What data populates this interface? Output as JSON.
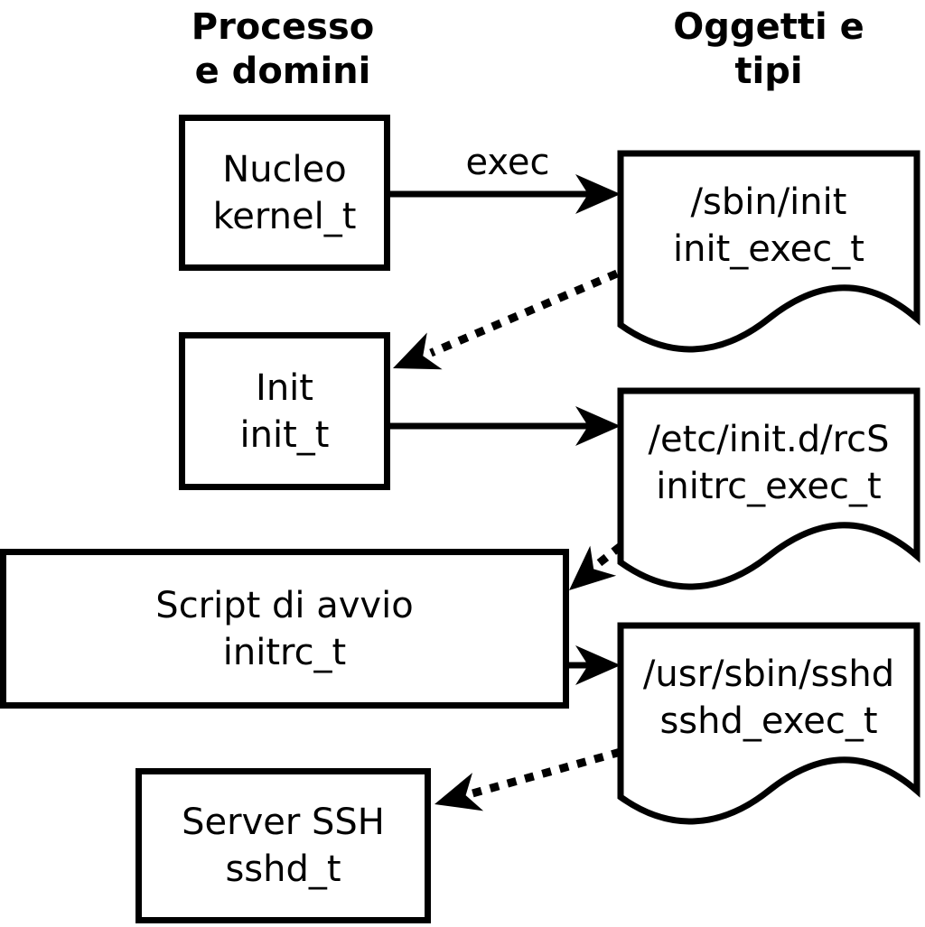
{
  "column_headers": {
    "left_line1": "Processo",
    "left_line2": "e domini",
    "right_line1": "Oggetti e",
    "right_line2": "tipi"
  },
  "process_boxes": [
    {
      "name": "Nucleo",
      "domain": "kernel_t"
    },
    {
      "name": "Init",
      "domain": "init_t"
    },
    {
      "name": "Script di avvio",
      "domain": "initrc_t"
    },
    {
      "name": "Server SSH",
      "domain": "sshd_t"
    }
  ],
  "object_docs": [
    {
      "path": "/sbin/init",
      "type": "init_exec_t"
    },
    {
      "path": "/etc/init.d/rcS",
      "type": "initrc_exec_t"
    },
    {
      "path": "/usr/sbin/sshd",
      "type": "sshd_exec_t"
    }
  ],
  "edge_labels": {
    "exec": "exec"
  },
  "colors": {
    "line": "#000000",
    "fill": "#ffffff",
    "background": "#ffffff",
    "text": "#000000"
  }
}
